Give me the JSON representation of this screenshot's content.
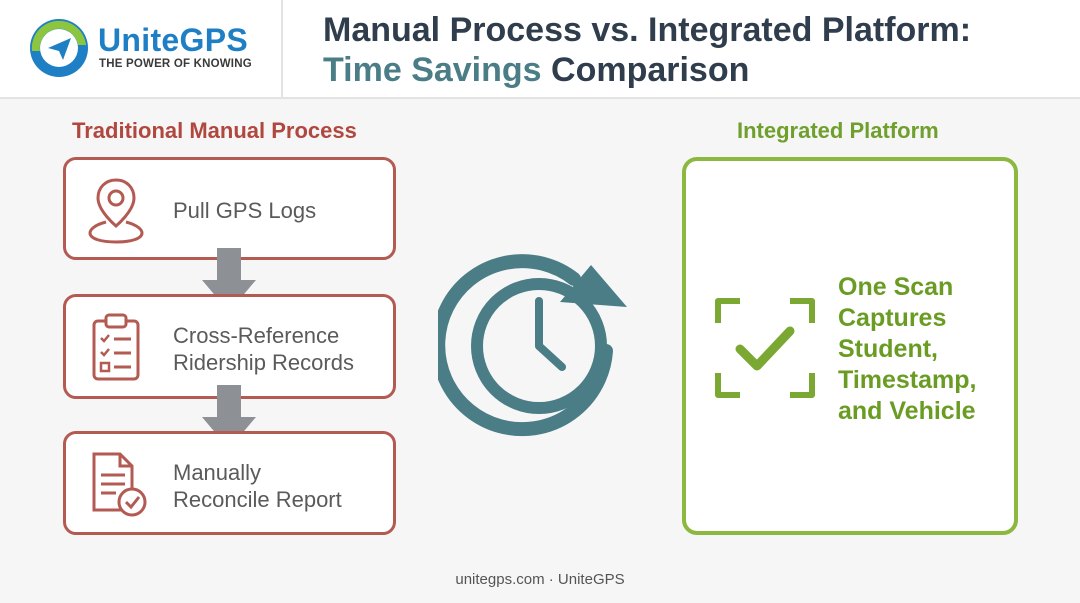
{
  "brand": {
    "name_part1": "Unite",
    "name_part2": "GPS",
    "tagline": "THE POWER OF KNOWING"
  },
  "title": {
    "line1": "Manual Process vs. Integrated Platform:",
    "line2_accent": "Time Savings",
    "line2_rest": " Comparison"
  },
  "manual": {
    "heading": "Traditional Manual Process",
    "steps": [
      {
        "icon": "map-pin-icon",
        "line1": "Pull GPS Logs",
        "line2": ""
      },
      {
        "icon": "clipboard-checklist-icon",
        "line1": "Cross-Reference",
        "line2": "Ridership Records"
      },
      {
        "icon": "document-check-icon",
        "line1": "Manually",
        "line2": "Reconcile Report"
      }
    ]
  },
  "center": {
    "icon": "clock-refresh-icon"
  },
  "platform": {
    "heading": "Integrated Platform",
    "icon": "scan-check-icon",
    "lines": [
      "One Scan",
      "Captures",
      "Student,",
      "Timestamp,",
      "and Vehicle"
    ]
  },
  "footer": "unitegps.com · UniteGPS",
  "colors": {
    "manual_accent": "#b35a52",
    "platform_accent": "#8cb83f",
    "title_dark": "#2f3d4c",
    "title_accent": "#4a7d86",
    "clock": "#4a7d86",
    "arrow": "#8d9196",
    "brand_blue": "#1f7fc4"
  }
}
